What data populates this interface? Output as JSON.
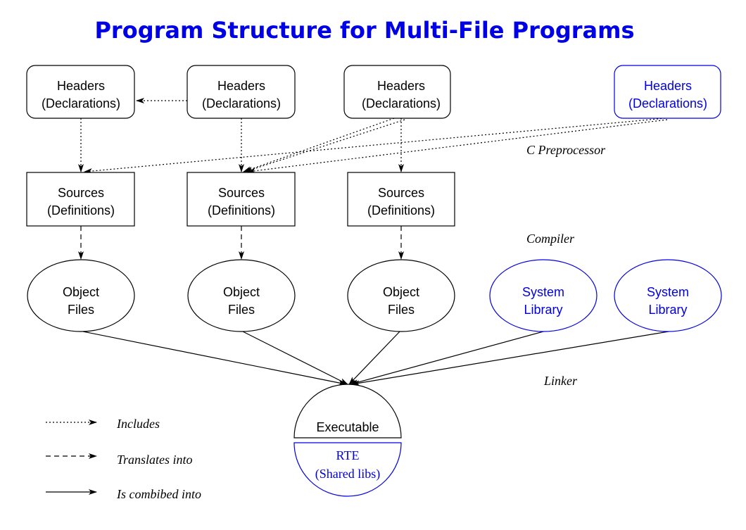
{
  "title": "Program Structure for Multi-File Programs",
  "colors": {
    "black": "#000000",
    "blue": "#0000e6"
  },
  "headers": [
    {
      "line1": "Headers",
      "line2": "(Declarations)"
    },
    {
      "line1": "Headers",
      "line2": "(Declarations)"
    },
    {
      "line1": "Headers",
      "line2": "(Declarations)"
    },
    {
      "line1": "Headers",
      "line2": "(Declarations)"
    }
  ],
  "sources": [
    {
      "line1": "Sources",
      "line2": "(Definitions)"
    },
    {
      "line1": "Sources",
      "line2": "(Definitions)"
    },
    {
      "line1": "Sources",
      "line2": "(Definitions)"
    }
  ],
  "objects": [
    {
      "line1": "Object",
      "line2": "Files"
    },
    {
      "line1": "Object",
      "line2": "Files"
    },
    {
      "line1": "Object",
      "line2": "Files"
    }
  ],
  "libraries": [
    {
      "line1": "System",
      "line2": "Library"
    },
    {
      "line1": "System",
      "line2": "Library"
    }
  ],
  "executable": {
    "label": "Executable",
    "rte_line1": "RTE",
    "rte_line2": "(Shared libs)"
  },
  "stages": {
    "preprocessor": "C Preprocessor",
    "compiler": "Compiler",
    "linker": "Linker"
  },
  "legend": {
    "includes": "Includes",
    "translates": "Translates into",
    "combined": "Is combibed into"
  }
}
